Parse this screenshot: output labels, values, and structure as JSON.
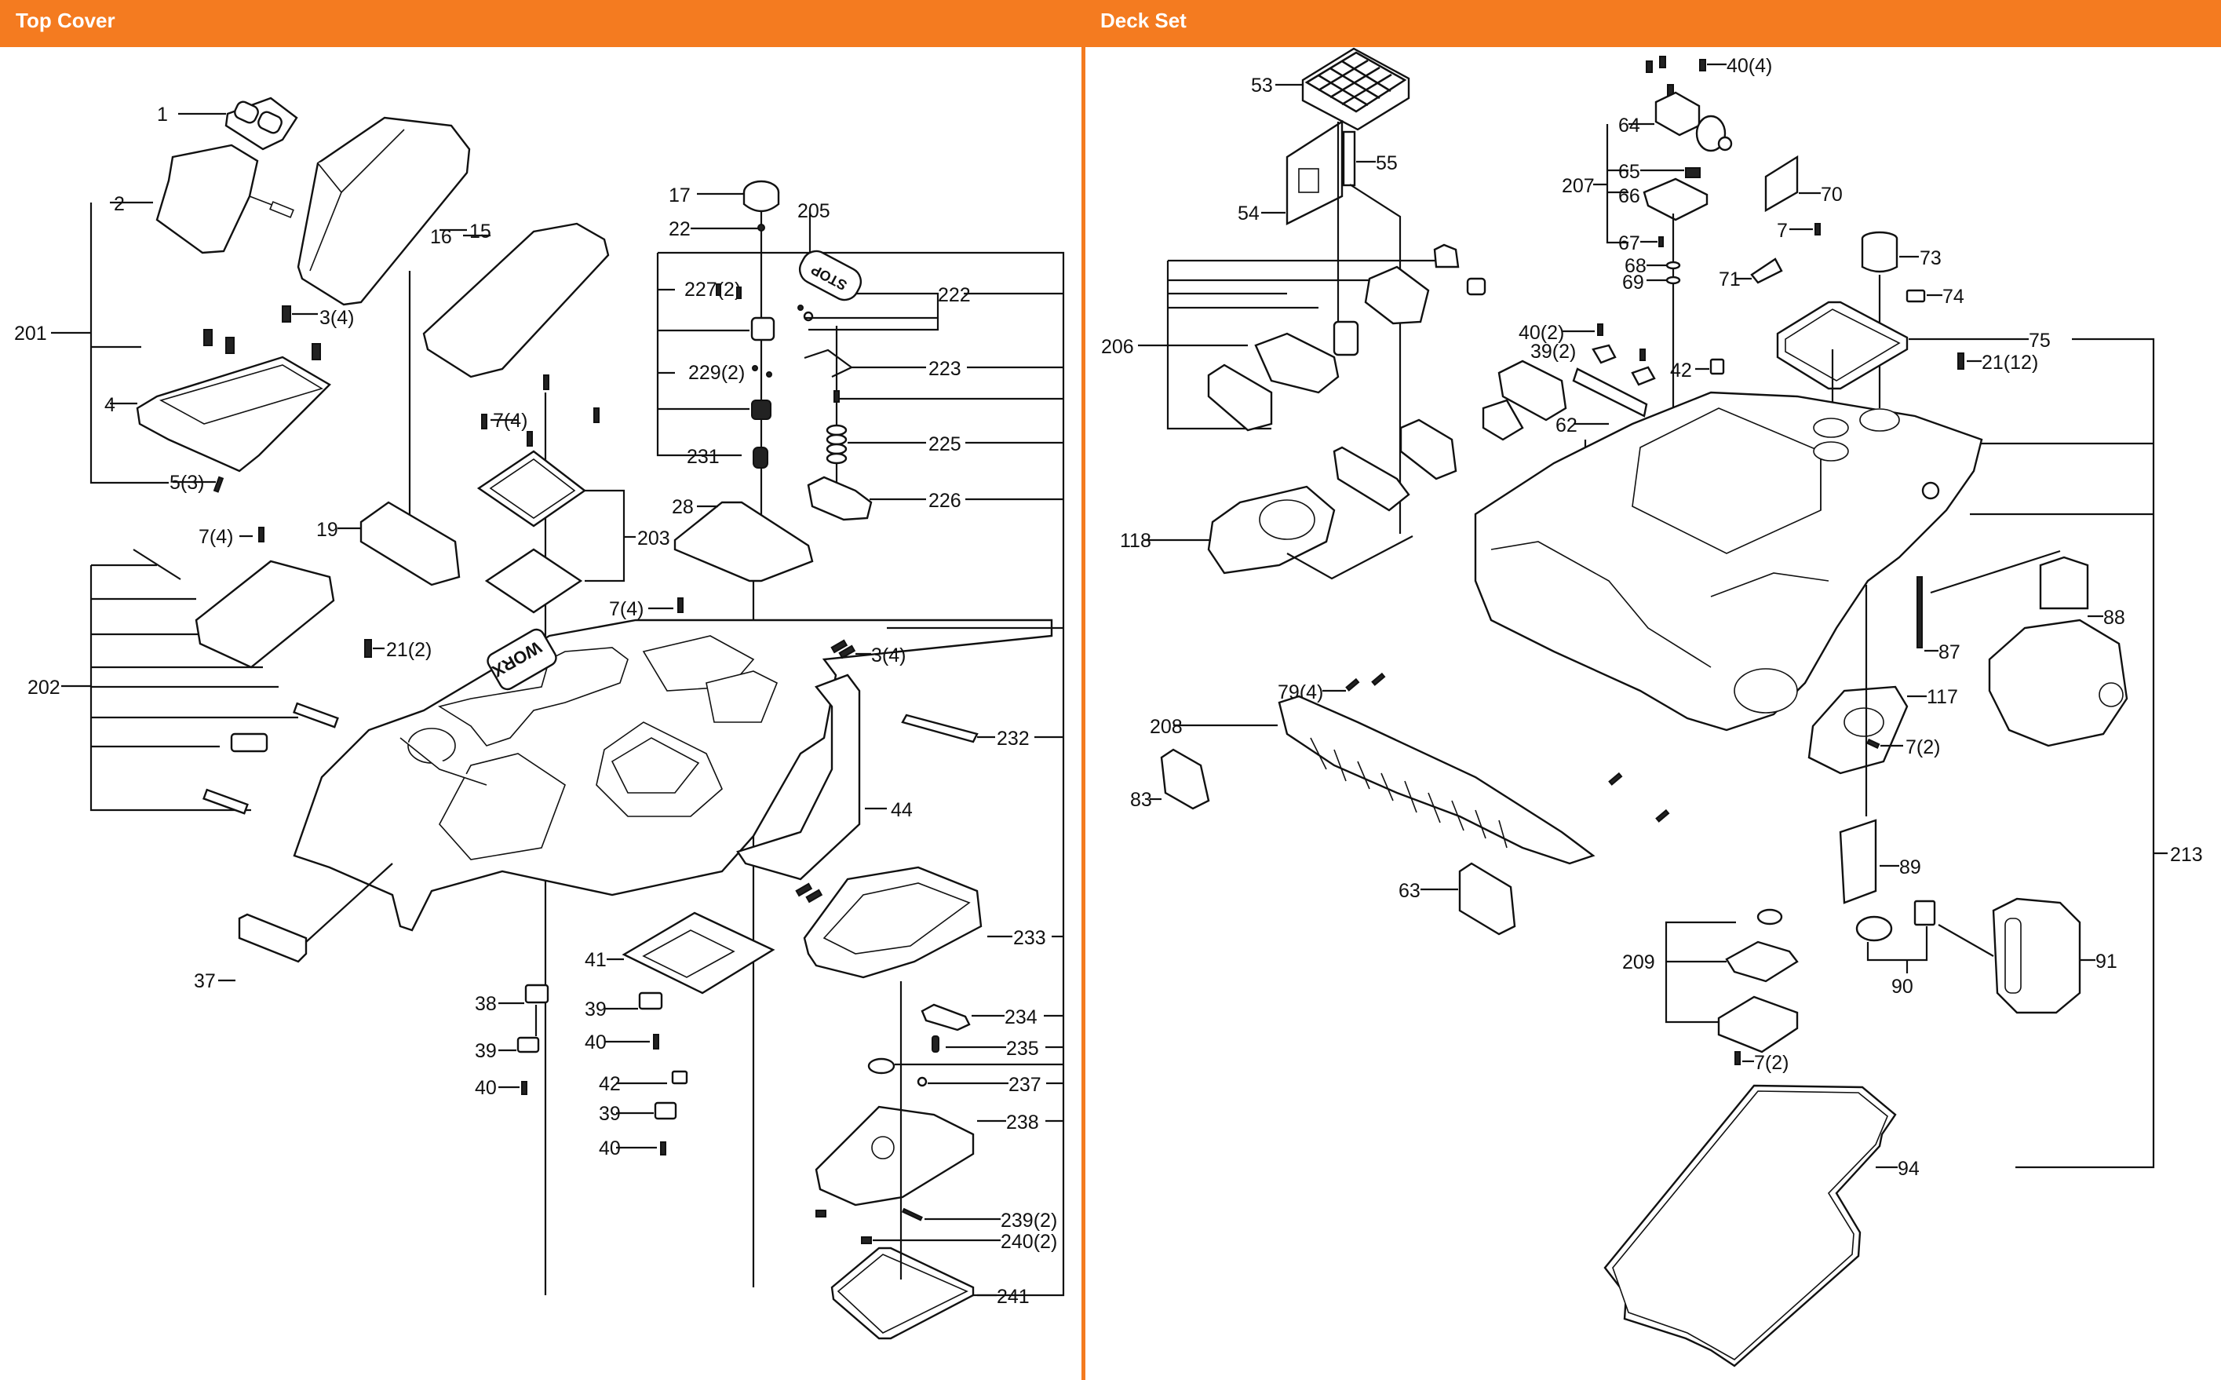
{
  "sections": {
    "left": {
      "title": "Top Cover",
      "labels": [
        "1",
        "2",
        "201",
        "3(4)",
        "4",
        "5(3)",
        "15",
        "16",
        "17",
        "22",
        "205",
        "227(2)",
        "222",
        "229(2)",
        "223",
        "231",
        "225",
        "28",
        "226",
        "7(4)",
        "7(4)",
        "19",
        "203",
        "7(4)",
        "21(2)",
        "202",
        "3(4)",
        "232",
        "44",
        "37",
        "233",
        "41",
        "38",
        "39",
        "40",
        "39",
        "40",
        "234",
        "235",
        "42",
        "237",
        "39",
        "238",
        "40",
        "239(2)",
        "240(2)",
        "241"
      ]
    },
    "right": {
      "title": "Deck Set",
      "labels": [
        "40(4)",
        "53",
        "64",
        "207",
        "65",
        "66",
        "70",
        "54",
        "55",
        "67",
        "7",
        "68",
        "73",
        "69",
        "71",
        "74",
        "40(2)",
        "39(2)",
        "206",
        "42",
        "75",
        "21(12)",
        "62",
        "118",
        "88",
        "87",
        "79(4)",
        "117",
        "7(2)",
        "208",
        "83",
        "89",
        "213",
        "63",
        "209",
        "90",
        "91",
        "7(2)",
        "94"
      ]
    }
  },
  "brand": {
    "accent": "#f47b20",
    "logo_text": "WORX",
    "stop_button_text": "STOP"
  },
  "callouts": {
    "c1": "1",
    "c2": "2",
    "c201": "201",
    "c3a": "3(4)",
    "c4": "4",
    "c5": "5(3)",
    "c15": "15",
    "c16": "16",
    "c17": "17",
    "c22": "22",
    "c205": "205",
    "c227": "227(2)",
    "c222": "222",
    "c229": "229(2)",
    "c223": "223",
    "c231": "231",
    "c225": "225",
    "c28": "28",
    "c226": "226",
    "c7a": "7(4)",
    "c7b": "7(4)",
    "c7c": "7(4)",
    "c19": "19",
    "c203": "203",
    "c21a": "21(2)",
    "c202": "202",
    "c3b": "3(4)",
    "c232": "232",
    "c44": "44",
    "c37": "37",
    "c233": "233",
    "c41": "41",
    "c38": "38",
    "c39a": "39",
    "c40a": "40",
    "c39b": "39",
    "c40b": "40",
    "c234": "234",
    "c235": "235",
    "c42a": "42",
    "c237": "237",
    "c39c": "39",
    "c238": "238",
    "c40c": "40",
    "c239": "239(2)",
    "c240": "240(2)",
    "c241": "241",
    "r40a": "40(4)",
    "r53": "53",
    "r64": "64",
    "r207": "207",
    "r65": "65",
    "r66": "66",
    "r70": "70",
    "r54": "54",
    "r55": "55",
    "r67": "67",
    "r7a": "7",
    "r68": "68",
    "r73": "73",
    "r69": "69",
    "r71": "71",
    "r74": "74",
    "r40b": "40(2)",
    "r39": "39(2)",
    "r206": "206",
    "r42": "42",
    "r75": "75",
    "r21": "21(12)",
    "r62": "62",
    "r118": "118",
    "r88": "88",
    "r87": "87",
    "r79": "79(4)",
    "r117": "117",
    "r7b": "7(2)",
    "r208": "208",
    "r83": "83",
    "r89": "89",
    "r213": "213",
    "r63": "63",
    "r209": "209",
    "r90": "90",
    "r91": "91",
    "r7c": "7(2)",
    "r94": "94"
  }
}
